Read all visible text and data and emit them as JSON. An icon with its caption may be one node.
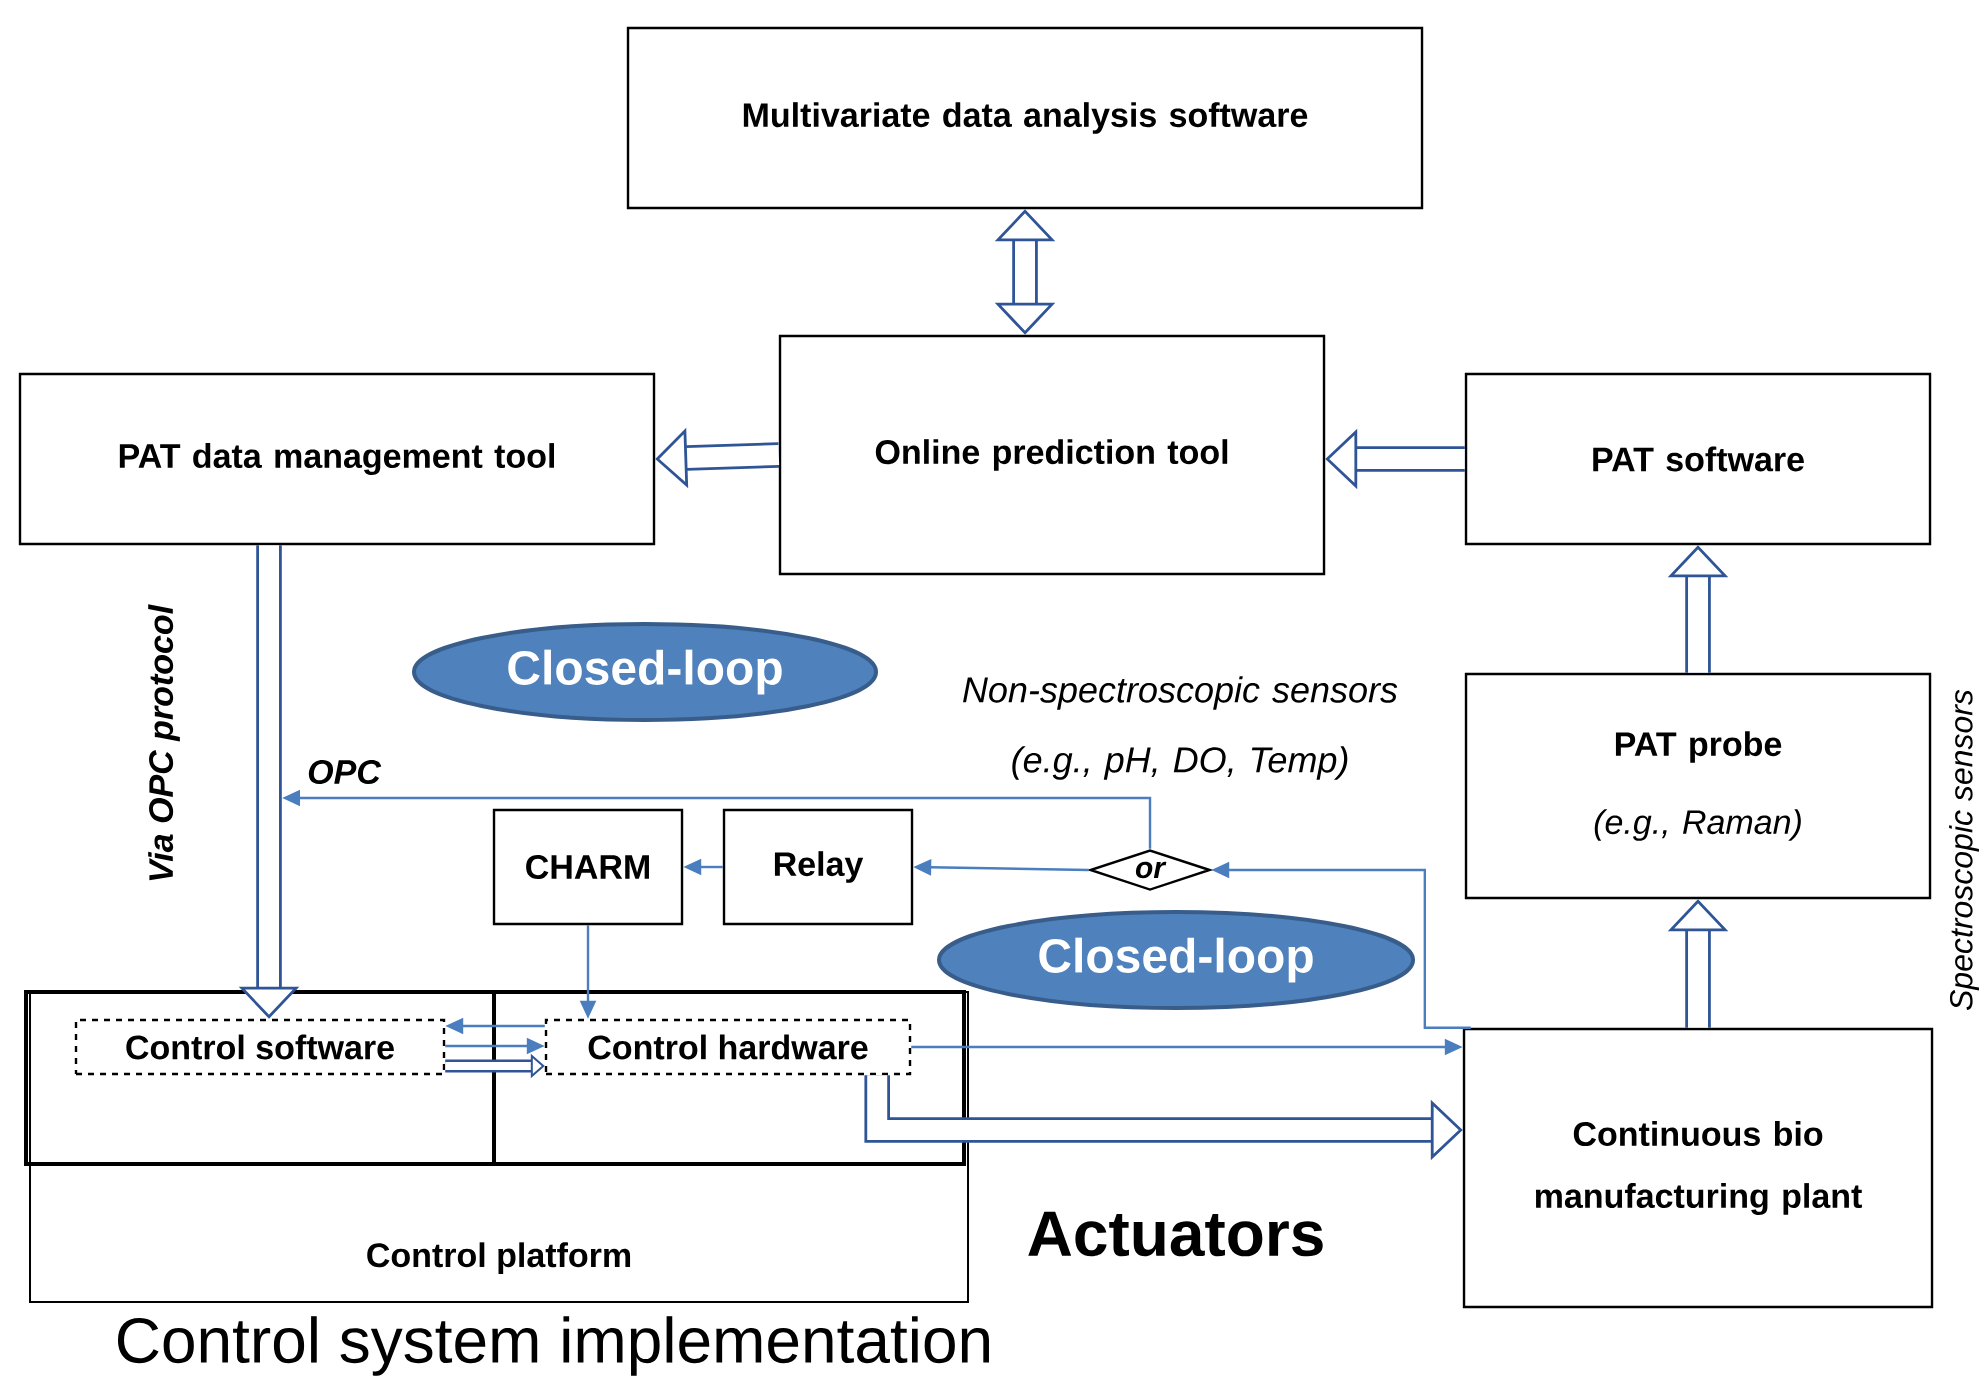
{
  "diagram": {
    "nodes": [
      {
        "text": [
          "Multivariate data analysis software"
        ]
      },
      {
        "text": [
          "PAT data management tool"
        ]
      },
      {
        "text": [
          "Online prediction tool"
        ]
      },
      {
        "text": [
          "PAT software"
        ]
      },
      {
        "text": [
          "PAT probe",
          "(e.g., Raman)"
        ]
      },
      {
        "text": [
          "Closed-loop"
        ]
      },
      {
        "text": [
          "CHARM"
        ]
      },
      {
        "text": [
          "Relay"
        ]
      },
      {
        "text": [
          "or"
        ]
      },
      {
        "text": [
          "Closed-loop"
        ]
      },
      {
        "text": [
          "Control platform"
        ]
      },
      {
        "text": [
          "Control software"
        ],
        "in": 10
      },
      {
        "text": [
          "Control hardware"
        ],
        "in": 10
      },
      {
        "text": [
          "Continuous bio manufacturing plant"
        ]
      }
    ],
    "edges": [
      {
        "from": 0,
        "to": 2,
        "arrow": "both",
        "style": "thick"
      },
      {
        "from": 2,
        "to": 1,
        "arrow": "to",
        "style": "thick"
      },
      {
        "from": 3,
        "to": 2,
        "arrow": "to",
        "style": "thick"
      },
      {
        "from": 4,
        "to": 3,
        "arrow": "to",
        "style": "thick"
      },
      {
        "from": 13,
        "to": 4,
        "arrow": "to",
        "style": "thick"
      },
      {
        "from": 1,
        "to": 11,
        "arrow": "to",
        "style": "thick"
      },
      {
        "from": 12,
        "to": 11,
        "arrow": "to"
      },
      {
        "from": 11,
        "to": 12,
        "arrow": "to"
      },
      {
        "from": 11,
        "to": 12,
        "arrow": "to",
        "style": "thick"
      },
      {
        "from": 6,
        "to": 12,
        "arrow": "to"
      },
      {
        "from": 7,
        "to": 6,
        "arrow": "to"
      },
      {
        "from": 8,
        "to": 7,
        "arrow": "to"
      },
      {
        "from": 8,
        "to": null,
        "arrow": "to",
        "label": "OPC"
      },
      {
        "from": 13,
        "to": 8,
        "arrow": "to"
      },
      {
        "from": 12,
        "to": 13,
        "arrow": "to"
      },
      {
        "from": 12,
        "to": 13,
        "arrow": "to",
        "style": "thick"
      }
    ],
    "labels": [
      "Via OPC protocol",
      "Non-spectroscopic sensors (e.g., pH, DO, Temp)",
      "Spectroscopic sensors",
      "Actuators",
      "Control system implementation"
    ]
  }
}
